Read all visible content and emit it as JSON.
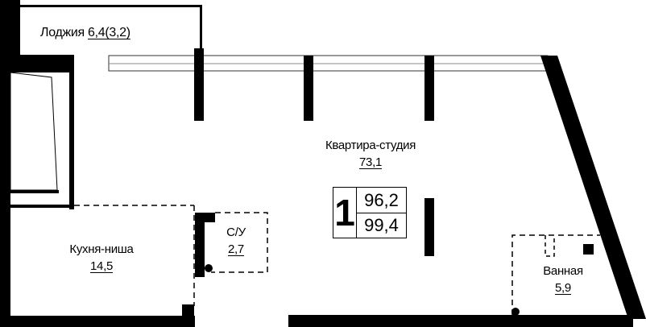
{
  "plan": {
    "rooms": [
      {
        "id": "loggia",
        "name": "Лоджия",
        "area": "6,4(3,2)"
      },
      {
        "id": "studio",
        "name": "Квартира-студия",
        "area": "73,1"
      },
      {
        "id": "kitchen",
        "name": "Кухня-ниша",
        "area": "14,5"
      },
      {
        "id": "wc",
        "name": "С/У",
        "area": "2,7"
      },
      {
        "id": "bathroom",
        "name": "Ванная",
        "area": "5,9"
      }
    ],
    "badge": {
      "rooms_count": "1",
      "total_area": "96,2",
      "total_area_with_loggia": "99,4"
    },
    "colors": {
      "wall": "#000000",
      "window": "#888888",
      "background": "#ffffff"
    }
  }
}
